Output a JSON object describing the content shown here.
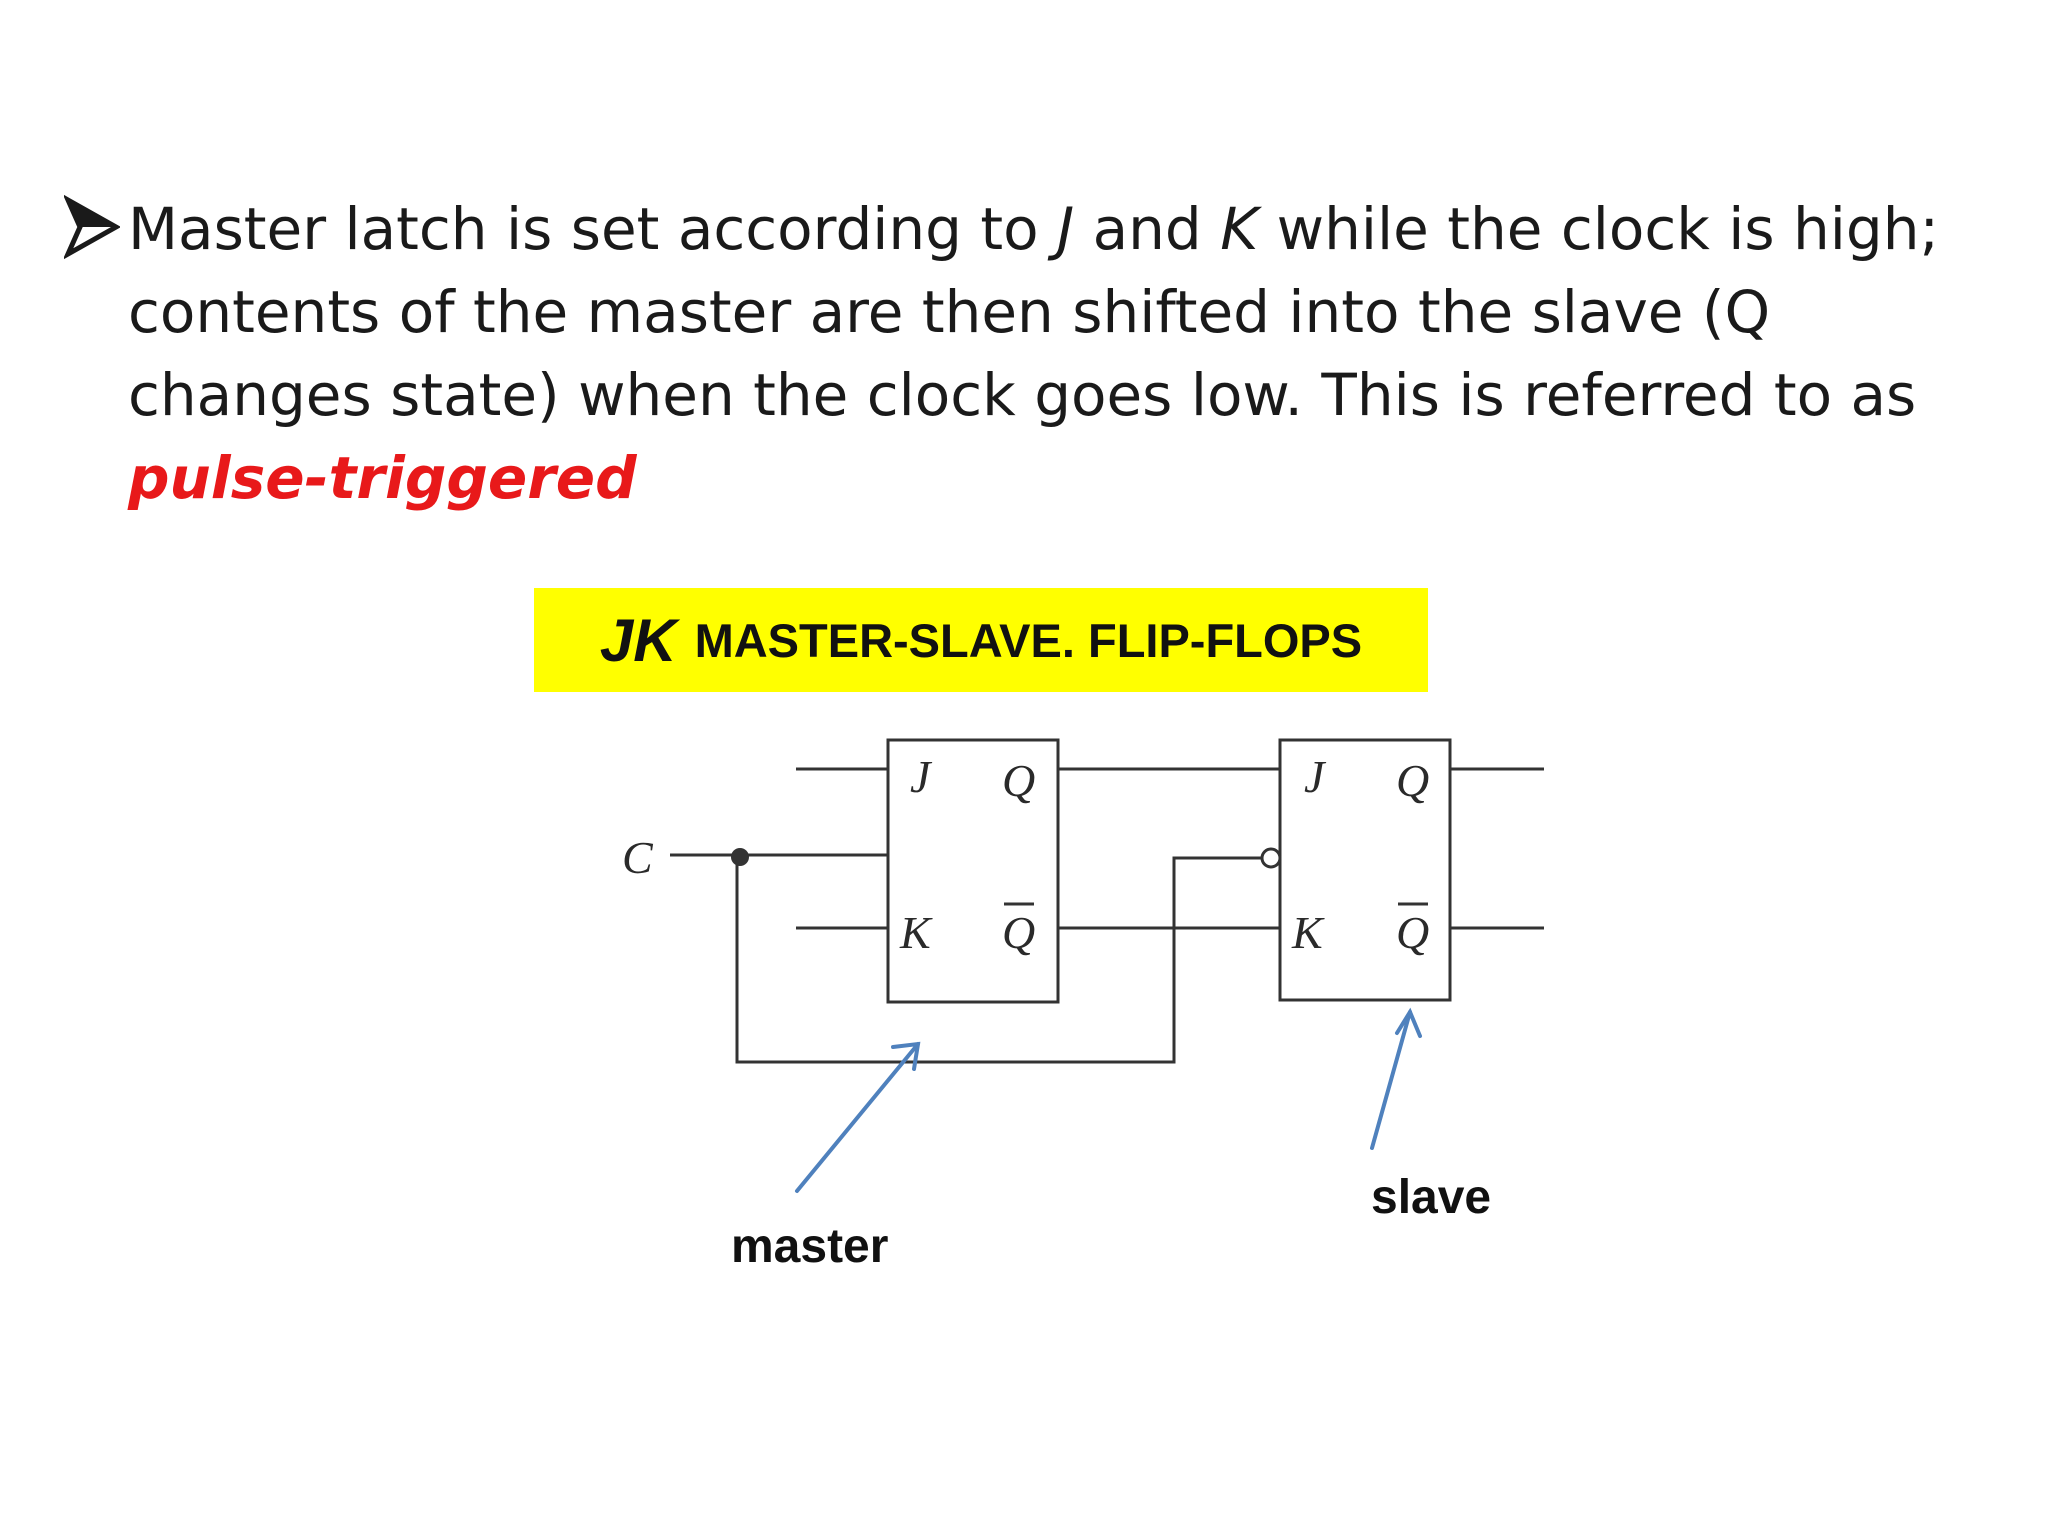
{
  "bullet": {
    "part1": "Master latch is set according to ",
    "j": "J",
    "part2": " and ",
    "k": "K",
    "part3": " while the clock is high; contents of the master are then shifted into the slave (Q changes state) when the clock goes low. This is referred to as ",
    "emphasis": "pulse-triggered"
  },
  "diagram": {
    "title_jk": "JK",
    "title_rest": "MASTER-SLAVE. FLIP-FLOPS",
    "clock_label": "C",
    "master": {
      "j": "J",
      "q": "Q",
      "k": "K",
      "qbar": "Q"
    },
    "slave": {
      "j": "J",
      "q": "Q",
      "k": "K",
      "qbar": "Q"
    },
    "master_label": "master",
    "slave_label": "slave"
  },
  "colors": {
    "emphasis": "#e8191a",
    "title_background": "#ffff00",
    "arrow": "#4f81bd"
  }
}
